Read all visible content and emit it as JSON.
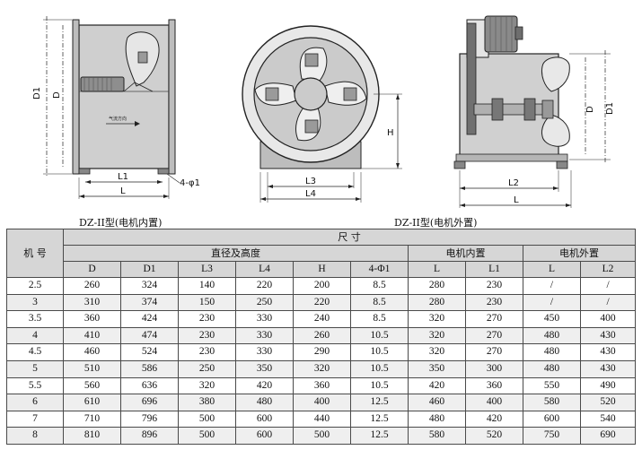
{
  "drawing_labels": {
    "d1": "D1",
    "d": "D",
    "l1": "L1",
    "l": "L",
    "holes": "4-φ1",
    "airflow": "气流方向",
    "h": "H",
    "l3": "L3",
    "l4": "L4",
    "right_d": "D",
    "right_d1": "D1",
    "l2": "L2",
    "right_l": "L"
  },
  "captions": {
    "left": "DZ-II型(电机内置)",
    "right": "DZ-II型(电机外置)"
  },
  "table": {
    "model_header": "机 号",
    "size_header": "尺 寸",
    "group_diameter": "直径及高度",
    "group_motor_in": "电机内置",
    "group_motor_out": "电机外置",
    "columns": [
      "D",
      "D1",
      "L3",
      "L4",
      "H",
      "4-Φ1",
      "L",
      "L1",
      "L",
      "L2"
    ],
    "rows": [
      [
        "2.5",
        "260",
        "324",
        "140",
        "220",
        "200",
        "8.5",
        "280",
        "230",
        "/",
        "/"
      ],
      [
        "3",
        "310",
        "374",
        "150",
        "250",
        "220",
        "8.5",
        "280",
        "230",
        "/",
        "/"
      ],
      [
        "3.5",
        "360",
        "424",
        "230",
        "330",
        "240",
        "8.5",
        "320",
        "270",
        "450",
        "400"
      ],
      [
        "4",
        "410",
        "474",
        "230",
        "330",
        "260",
        "10.5",
        "320",
        "270",
        "480",
        "430"
      ],
      [
        "4.5",
        "460",
        "524",
        "230",
        "330",
        "290",
        "10.5",
        "320",
        "270",
        "480",
        "430"
      ],
      [
        "5",
        "510",
        "586",
        "250",
        "350",
        "320",
        "10.5",
        "350",
        "300",
        "480",
        "430"
      ],
      [
        "5.5",
        "560",
        "636",
        "320",
        "420",
        "360",
        "10.5",
        "420",
        "360",
        "550",
        "490"
      ],
      [
        "6",
        "610",
        "696",
        "380",
        "480",
        "400",
        "12.5",
        "460",
        "400",
        "580",
        "520"
      ],
      [
        "7",
        "710",
        "796",
        "500",
        "600",
        "440",
        "12.5",
        "480",
        "420",
        "600",
        "540"
      ],
      [
        "8",
        "810",
        "896",
        "500",
        "600",
        "500",
        "12.5",
        "580",
        "520",
        "750",
        "690"
      ]
    ]
  }
}
